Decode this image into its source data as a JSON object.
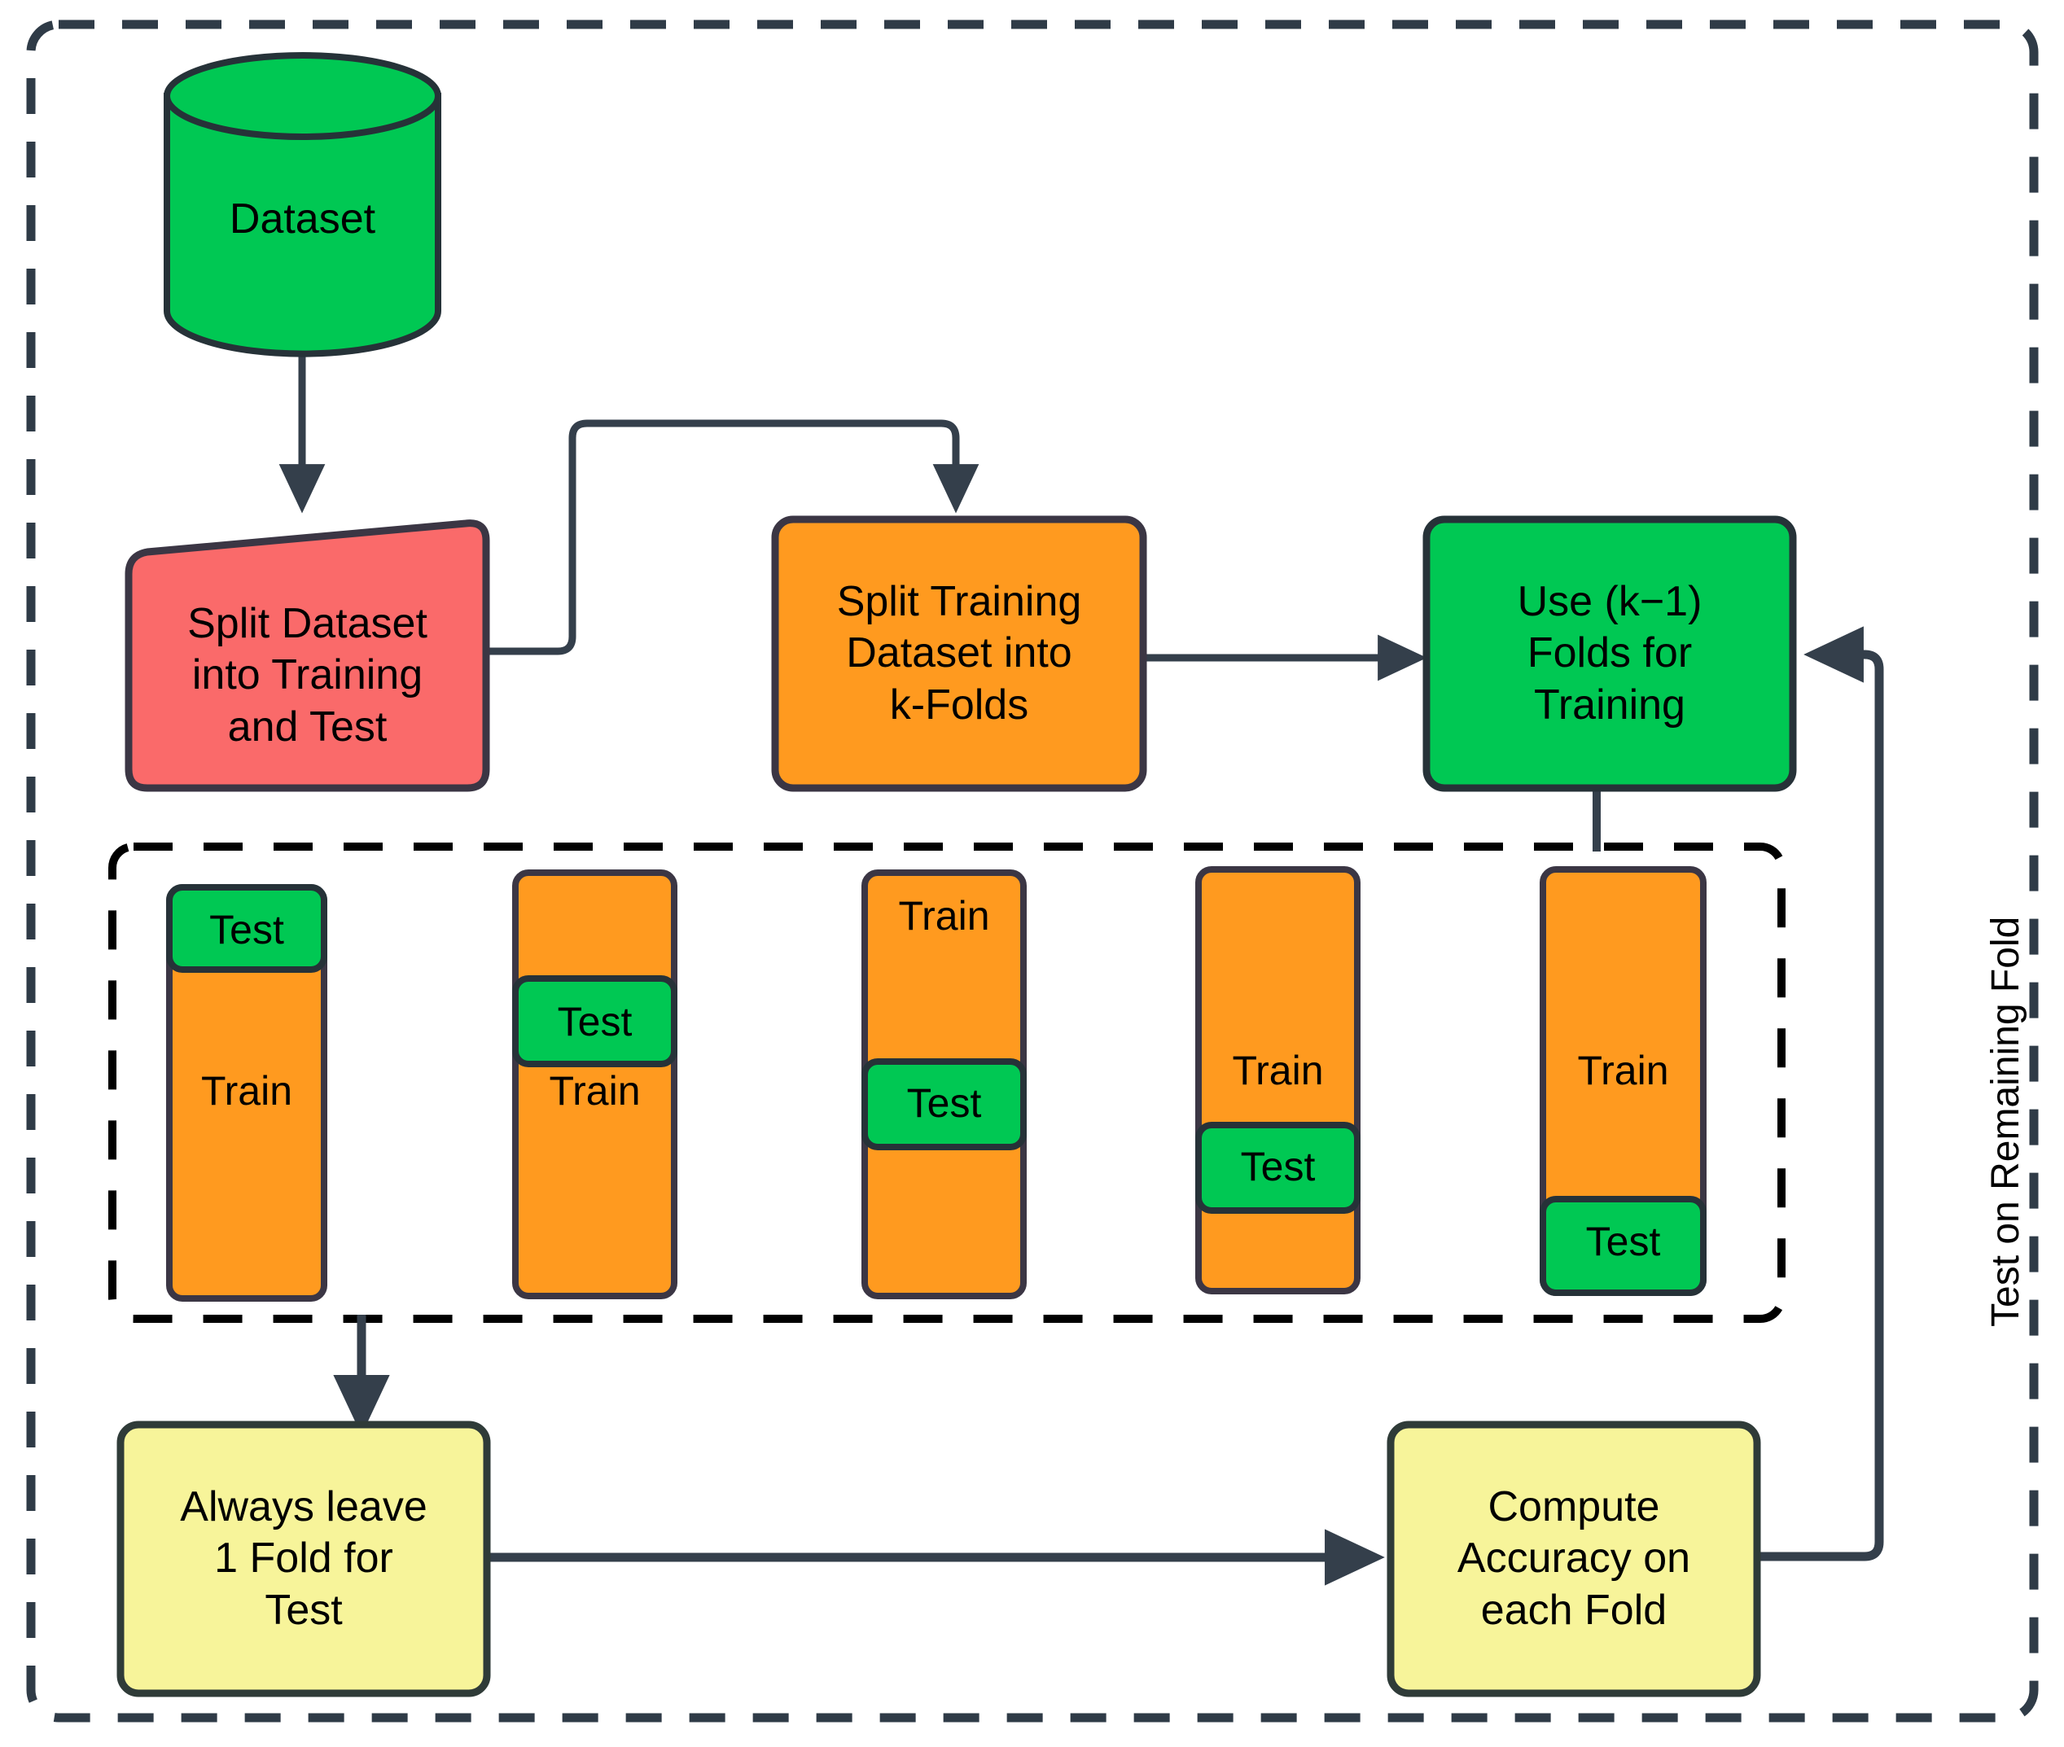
{
  "diagram": {
    "title_hidden": "",
    "colors": {
      "green": "#00c853",
      "green_fill": "#00b84a",
      "orange": "#ff9a1f",
      "red": "#fa6a6a",
      "yellow": "#f7f49a",
      "stroke": "#343f4b",
      "dash_stroke": "#2f3b47",
      "inner_dash_stroke": "#000000",
      "text": "#000000"
    },
    "outer_group": {
      "name": "k-fold-cross-validation-group",
      "border_style": "dashed"
    },
    "inner_group": {
      "name": "folds-group",
      "border_style": "dashed"
    },
    "nodes": {
      "dataset": {
        "label": "Dataset",
        "shape": "cylinder",
        "fill": "#00c853"
      },
      "split_dataset": {
        "label": "Split Dataset\ninto Training\nand Test",
        "shape": "trapezoid",
        "fill": "#fa6a6a"
      },
      "split_training": {
        "label": "Split Training\nDataset into\nk-Folds",
        "shape": "rounded-rect",
        "fill": "#ff9a1f"
      },
      "use_folds": {
        "label": "Use (k−1)\nFolds for\nTraining",
        "shape": "rounded-rect",
        "fill": "#00c853"
      },
      "always_leave": {
        "label": "Always leave\n1 Fold for\nTest",
        "shape": "rounded-rect",
        "fill": "#f7f49a"
      },
      "compute_accuracy": {
        "label": "Compute\nAccuracy  on\neach Fold",
        "shape": "rounded-rect",
        "fill": "#f7f49a"
      }
    },
    "side_label": {
      "label": "Test on Remaining Fold",
      "rotation": -90
    },
    "folds": [
      {
        "id": "fold-1",
        "test_label": "Test",
        "train_label": "Train",
        "test_position": "top",
        "test_index": 0
      },
      {
        "id": "fold-2",
        "test_label": "Test",
        "train_label": "Train",
        "test_position": "second",
        "test_index": 1
      },
      {
        "id": "fold-3",
        "test_label": "Test",
        "train_label": "Train",
        "test_position": "middle",
        "test_index": 2
      },
      {
        "id": "fold-4",
        "test_label": "Test",
        "train_label": "Train",
        "test_position": "fourth",
        "test_index": 3
      },
      {
        "id": "fold-5",
        "test_label": "Test",
        "train_label": "Train",
        "test_position": "bottom",
        "test_index": 4
      }
    ],
    "edges": [
      {
        "from": "dataset",
        "to": "split_dataset",
        "arrow": true
      },
      {
        "from": "split_dataset",
        "to": "split_training",
        "arrow": true
      },
      {
        "from": "split_training",
        "to": "use_folds",
        "arrow": true
      },
      {
        "from": "use_folds",
        "to": "folds_group",
        "arrow": false
      },
      {
        "from": "folds_group",
        "to": "always_leave",
        "arrow": true
      },
      {
        "from": "always_leave",
        "to": "compute_accuracy",
        "arrow": true
      },
      {
        "from": "compute_accuracy",
        "to": "use_folds",
        "arrow": true
      }
    ]
  }
}
